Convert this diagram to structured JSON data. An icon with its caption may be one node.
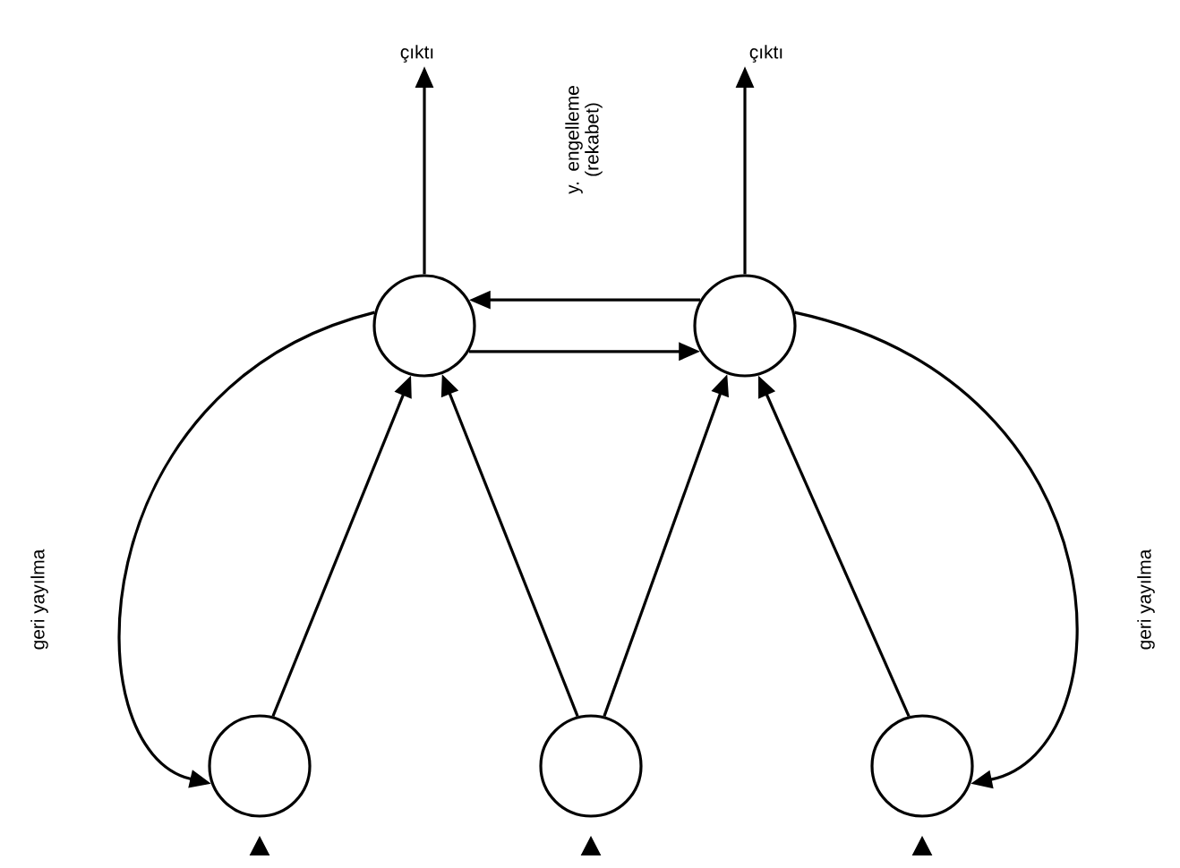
{
  "diagram": {
    "nodes": [
      {
        "text": [
          "çıktı"
        ]
      },
      {
        "text": [
          "çıktı"
        ]
      },
      {
        "text": [],
        "shape": "circle"
      },
      {
        "text": [],
        "shape": "circle"
      },
      {
        "text": [],
        "shape": "circle"
      },
      {
        "text": [],
        "shape": "circle"
      },
      {
        "text": [],
        "shape": "circle"
      }
    ],
    "edges": [
      {
        "from": 2,
        "to": 0,
        "arrow": "to"
      },
      {
        "from": 3,
        "to": 1,
        "arrow": "to"
      },
      {
        "from": 3,
        "to": 2,
        "arrow": "to"
      },
      {
        "from": 2,
        "to": 3,
        "arrow": "to"
      },
      {
        "from": 4,
        "to": 2,
        "arrow": "to"
      },
      {
        "from": 5,
        "to": 2,
        "arrow": "to"
      },
      {
        "from": 5,
        "to": 3,
        "arrow": "to"
      },
      {
        "from": 6,
        "to": 3,
        "arrow": "to"
      },
      {
        "from": 2,
        "to": 4,
        "arrow": "to",
        "label": "geri yayılma"
      },
      {
        "from": 3,
        "to": 6,
        "arrow": "to",
        "label": "geri yayılma"
      },
      {
        "from": null,
        "to": 4,
        "arrow": "to"
      },
      {
        "from": null,
        "to": 5,
        "arrow": "to"
      },
      {
        "from": null,
        "to": 6,
        "arrow": "to"
      }
    ],
    "labels": [
      "y. engelleme (rekabet)"
    ]
  }
}
